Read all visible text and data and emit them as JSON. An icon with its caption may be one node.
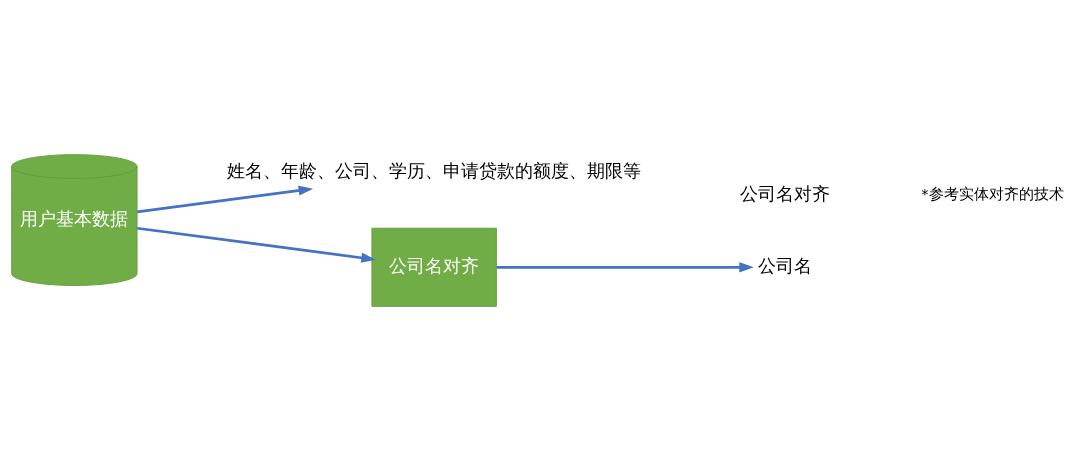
{
  "diagram": {
    "nodes": [
      {
        "text": [
          "用户基本数据"
        ]
      },
      {
        "text": [
          "姓名、年龄、公司、学历、申请贷款的额度、期限等"
        ]
      },
      {
        "text": [
          "公司名对齐"
        ]
      },
      {
        "text": [
          "公司名"
        ]
      }
    ],
    "edges": [
      {
        "from": 0,
        "to": 1,
        "arrow": "to"
      },
      {
        "from": 0,
        "to": 2,
        "arrow": "to"
      },
      {
        "from": 2,
        "to": 3,
        "arrow": "to"
      }
    ],
    "labels": [
      "公司名对齐",
      "*参考实体对齐的技术"
    ]
  }
}
